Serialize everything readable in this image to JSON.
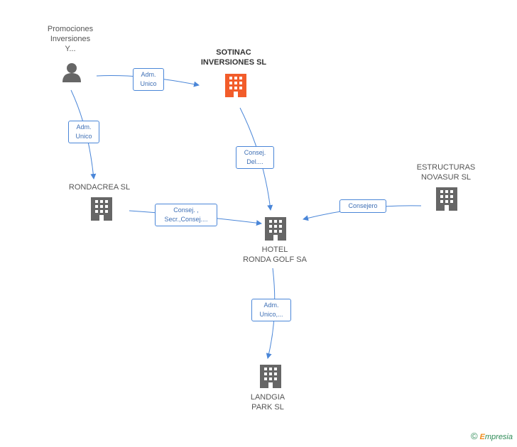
{
  "colors": {
    "edge": "#4a86d8",
    "company": "#666666",
    "company_highlight": "#f25c2a",
    "person": "#666666"
  },
  "nodes": {
    "promociones": {
      "label": [
        "Promociones",
        "Inversiones",
        "Y..."
      ],
      "icon": "person-icon"
    },
    "sotinac": {
      "label": [
        "SOTINAC",
        "INVERSIONES SL"
      ],
      "icon": "building-icon",
      "highlight": true
    },
    "rondacrea": {
      "label": [
        "RONDACREA SL"
      ],
      "icon": "building-icon"
    },
    "estructuras": {
      "label": [
        "ESTRUCTURAS",
        "NOVASUR SL"
      ],
      "icon": "building-icon"
    },
    "hotel": {
      "label": [
        "HOTEL",
        "RONDA GOLF SA"
      ],
      "icon": "building-icon"
    },
    "landgia": {
      "label": [
        "LANDGIA",
        "PARK SL"
      ],
      "icon": "building-icon"
    }
  },
  "edges": {
    "promo_sotinac": [
      "Adm.",
      "Unico"
    ],
    "promo_rondacrea": [
      "Adm.",
      "Unico"
    ],
    "sotinac_hotel": [
      "Consej.",
      "Del...."
    ],
    "rondacrea_hotel": [
      "Consej. ,",
      "Secr.,Consej...."
    ],
    "estructuras_hotel": [
      "Consejero"
    ],
    "hotel_landgia": [
      "Adm.",
      "Unico,..."
    ]
  },
  "footer": {
    "copyright": "©",
    "brand_e": "E",
    "brand_rest": "mpresia"
  }
}
